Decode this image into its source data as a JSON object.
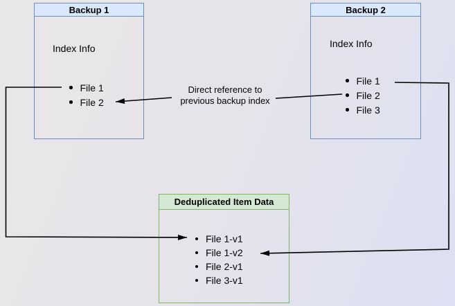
{
  "boxes": {
    "backup1": {
      "title": "Backup 1",
      "heading": "Index Info",
      "items": [
        "File 1",
        "File 2"
      ]
    },
    "backup2": {
      "title": "Backup 2",
      "heading": "Index Info",
      "items": [
        "File 1",
        "File 2",
        "File 3"
      ]
    },
    "dedup": {
      "title": "Deduplicated Item Data",
      "items": [
        "File 1-v1",
        "File 1-v2",
        "File 2-v1",
        "File 3-v1"
      ]
    }
  },
  "edge_label": {
    "line1": "Direct reference to",
    "line2": "previous backup index"
  },
  "colors": {
    "blue_fill": "#dae8fc",
    "blue_border": "#6c8ebf",
    "green_fill": "#d5e8d4",
    "green_border": "#82b366",
    "arrow": "#000000",
    "text": "#000000",
    "background_left": "#e9e7e7",
    "background_right": "#dde0f3"
  }
}
